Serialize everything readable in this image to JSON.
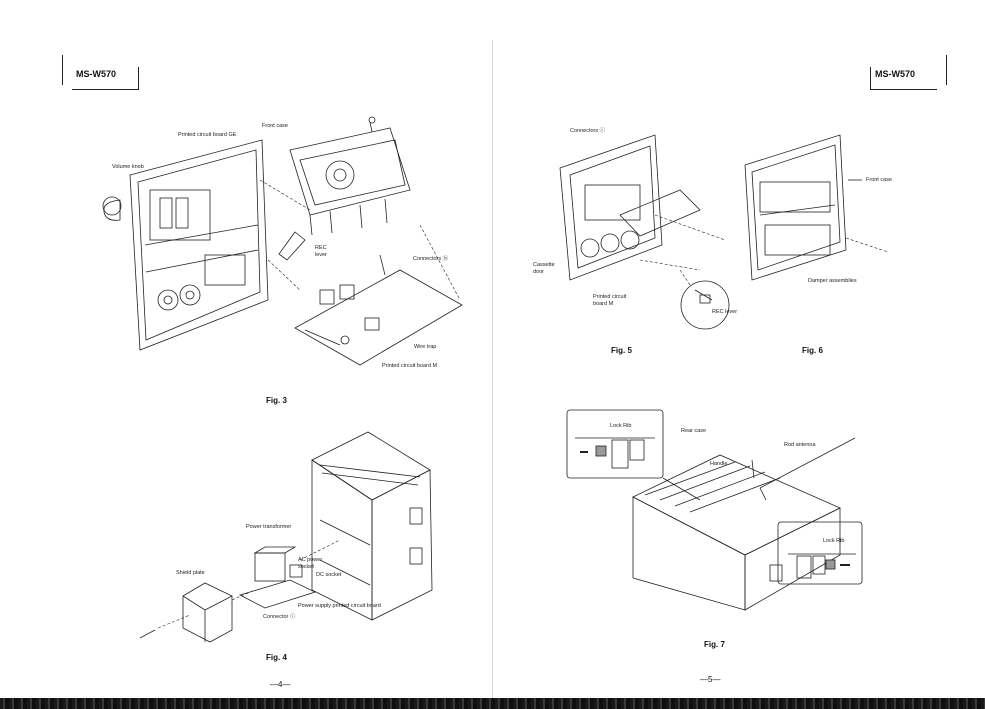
{
  "header": {
    "model_left": "MS-W570",
    "model_right": "MS-W570"
  },
  "fig3": {
    "caption": "Fig. 3",
    "labels": {
      "front_case": "Front case",
      "pcb_ge": "Printed circuit board GE",
      "volume_knob": "Volume knob",
      "rec_lever": "REC lever",
      "connectors_b": "Connectors ⓑ",
      "wire_trap": "Wire trap",
      "pcb_m": "Printed circuit board M"
    }
  },
  "fig4": {
    "caption": "Fig. 4",
    "labels": {
      "power_transformer": "Power transformer",
      "ac_power_socket": "AC power socket",
      "dc_socket": "DC socket",
      "shield_plate": "Shield plate",
      "psu_board": "Power supply printed circuit board",
      "connector_c": "Connector ⓒ"
    }
  },
  "fig5": {
    "caption": "Fig. 5",
    "labels": {
      "connectors_c": "Connectors ⓒ",
      "cassette_door": "Cassette door",
      "pcb_m": "Printed circuit board M",
      "rec_lever": "REC lever"
    }
  },
  "fig6": {
    "caption": "Fig. 6",
    "labels": {
      "front_case": "Front case",
      "damper": "Damper assemblies"
    }
  },
  "fig7": {
    "caption": "Fig. 7",
    "labels": {
      "lock_rib_1": "Lock Rib",
      "lock_rib_2": "Lock Rib",
      "rear_case": "Rear case",
      "handle": "Handle",
      "rod_antenna": "Rod antenna"
    }
  },
  "page_numbers": {
    "left": "—4—",
    "right": "—5—"
  }
}
